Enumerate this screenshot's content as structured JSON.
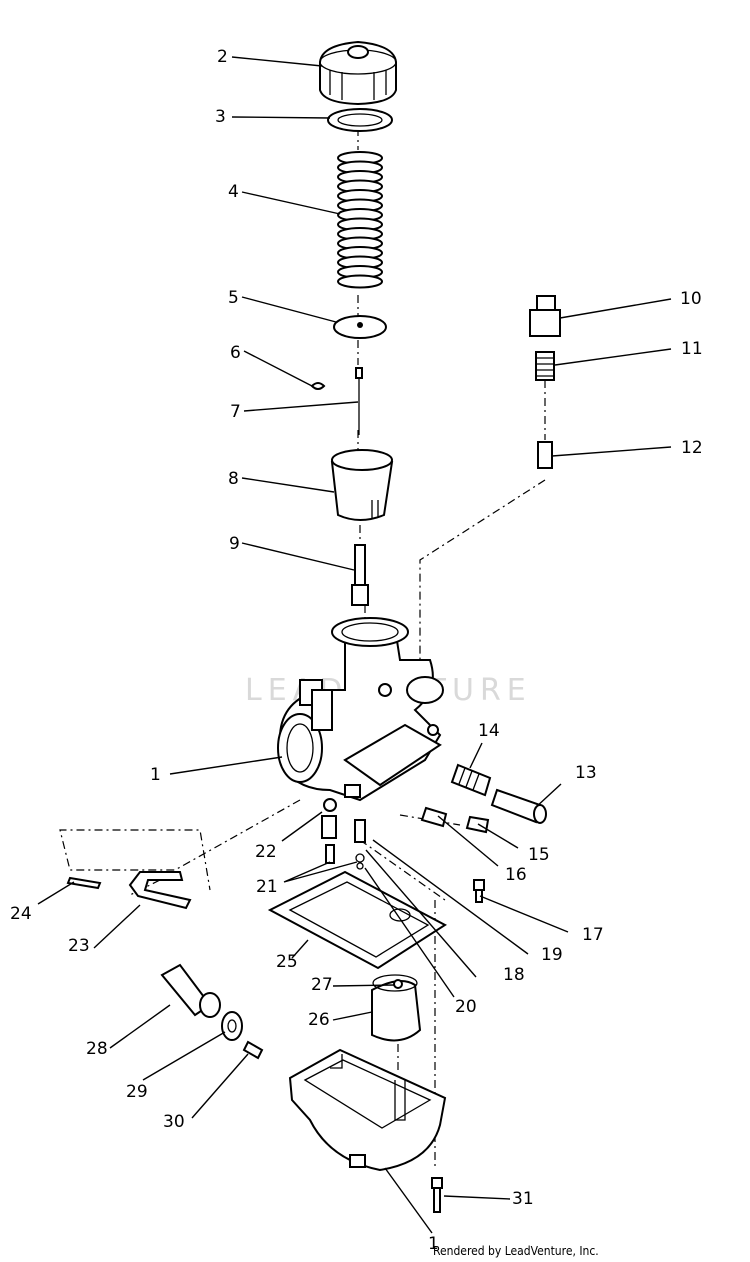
{
  "diagram": {
    "watermark": "LEADVENTURE",
    "credit": "Rendered by LeadVenture, Inc.",
    "callouts": [
      "1",
      "2",
      "3",
      "4",
      "5",
      "6",
      "7",
      "8",
      "9",
      "10",
      "11",
      "12",
      "13",
      "14",
      "15",
      "16",
      "17",
      "18",
      "19",
      "20",
      "21",
      "22",
      "23",
      "24",
      "25",
      "26",
      "27",
      "28",
      "29",
      "30",
      "31",
      "1"
    ]
  }
}
